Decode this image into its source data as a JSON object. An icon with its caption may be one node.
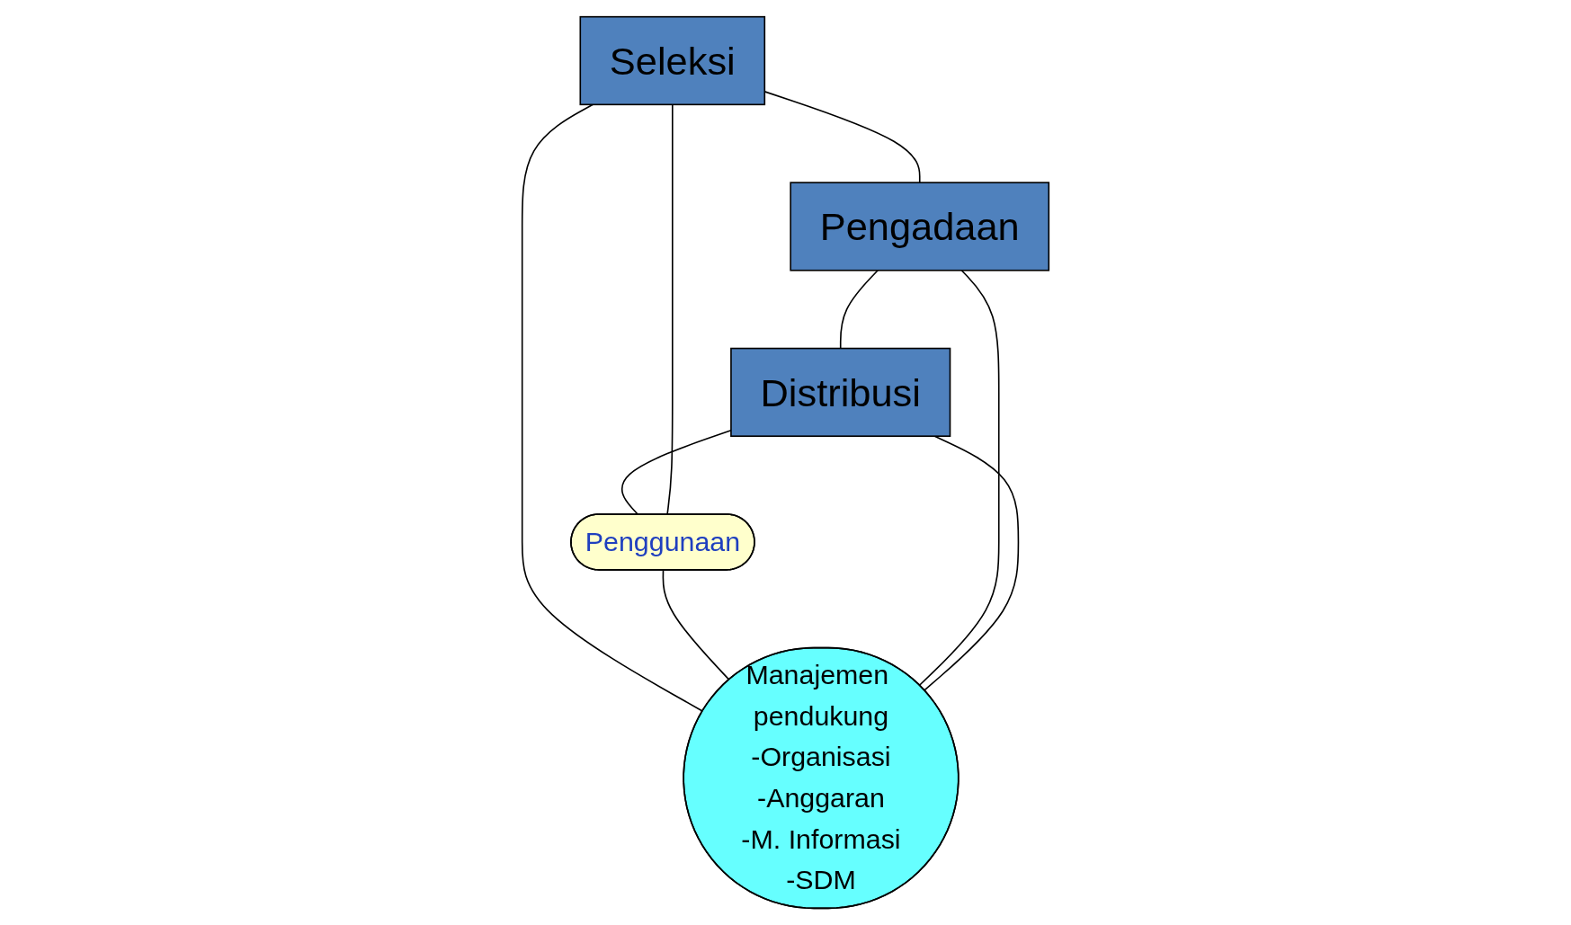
{
  "diagram": {
    "nodes": [
      {
        "text": [
          "Seleksi"
        ]
      },
      {
        "text": [
          "Penggunaan"
        ]
      },
      {
        "text": [
          "Manajemen pendukung",
          "-Organisasi",
          "-Anggaran",
          "-M. Informasi",
          "-SDM"
        ]
      },
      {
        "text": [
          "Pengadaan"
        ]
      },
      {
        "text": [
          "Distribusi"
        ]
      }
    ],
    "edges": [
      {
        "from": 0,
        "to": 3,
        "arrow": "none"
      },
      {
        "from": 3,
        "to": 4,
        "arrow": "none"
      },
      {
        "from": 4,
        "to": 1,
        "arrow": "none"
      },
      {
        "from": 1,
        "to": 0,
        "arrow": "none"
      },
      {
        "from": 0,
        "to": 2,
        "arrow": "none"
      },
      {
        "from": 1,
        "to": 2,
        "arrow": "none"
      },
      {
        "from": 2,
        "to": 3,
        "arrow": "none"
      },
      {
        "from": 2,
        "to": 4,
        "arrow": "none"
      }
    ]
  }
}
